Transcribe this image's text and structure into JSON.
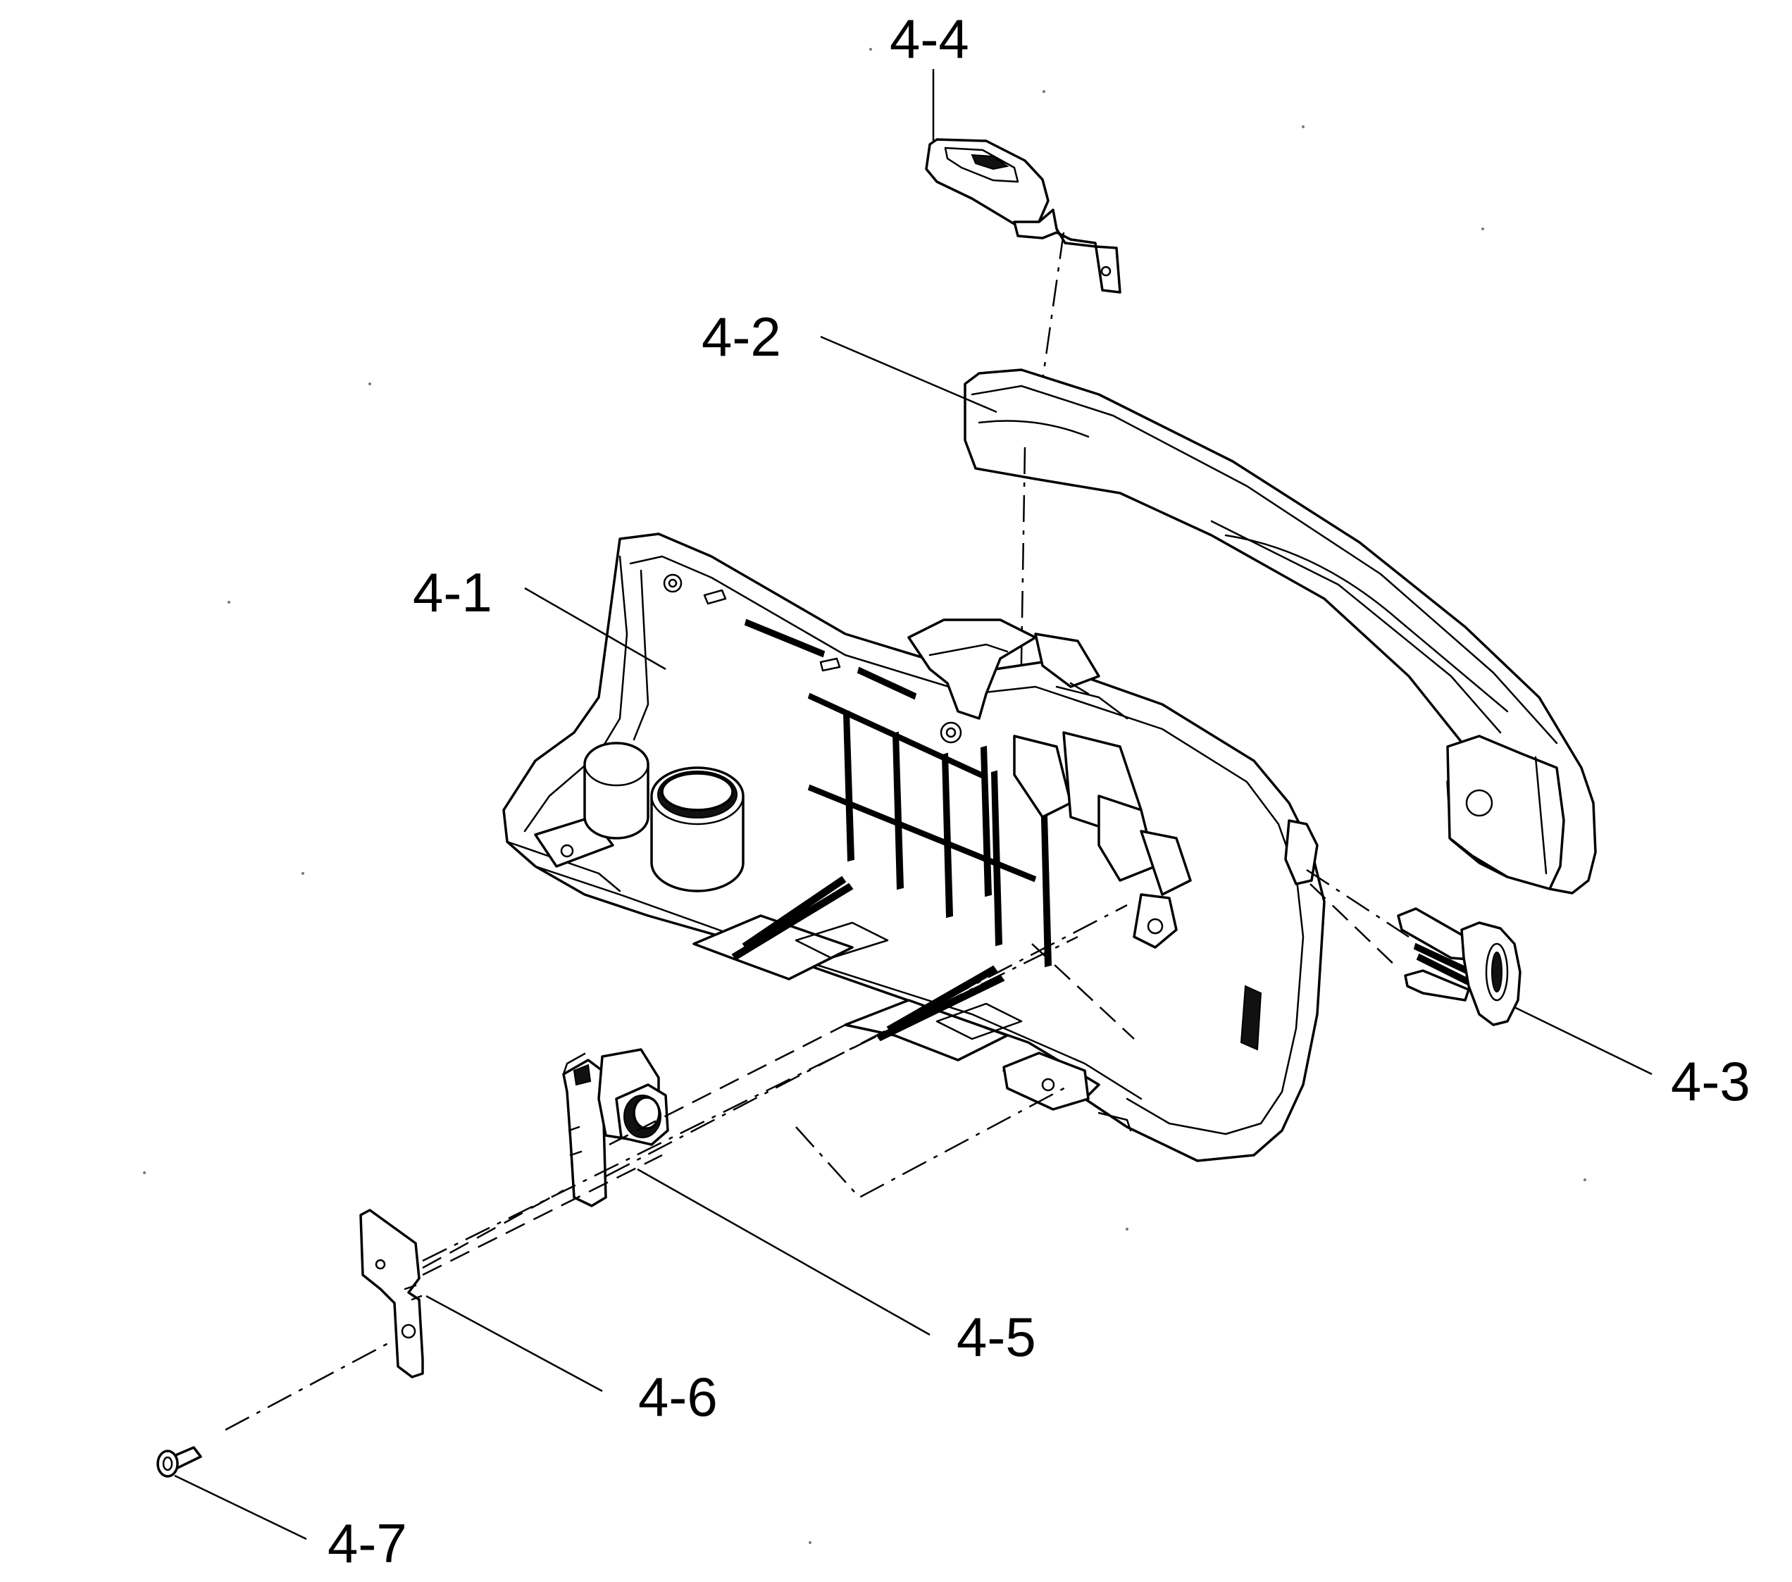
{
  "diagram": {
    "colors": {
      "line": "#000000",
      "background": "#ffffff"
    },
    "callouts": [
      {
        "id": "4-1",
        "label": "4-1"
      },
      {
        "id": "4-2",
        "label": "4-2"
      },
      {
        "id": "4-3",
        "label": "4-3"
      },
      {
        "id": "4-4",
        "label": "4-4"
      },
      {
        "id": "4-5",
        "label": "4-5"
      },
      {
        "id": "4-6",
        "label": "4-6"
      },
      {
        "id": "4-7",
        "label": "4-7"
      }
    ]
  }
}
